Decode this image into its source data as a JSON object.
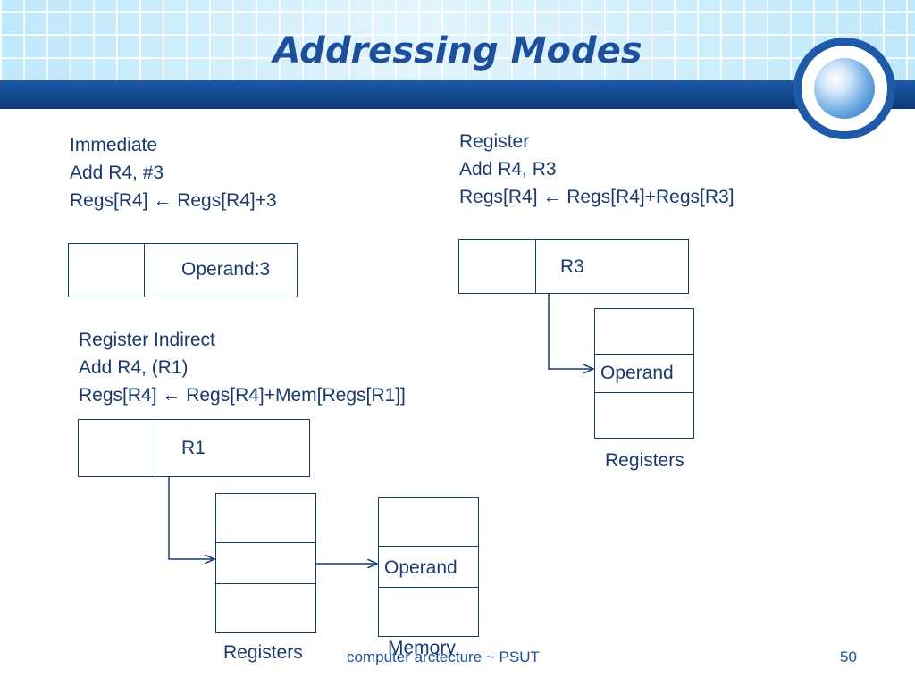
{
  "slide": {
    "title": "Addressing Modes",
    "footer_text": "computer arctecture ~ PSUT",
    "page_number": "50"
  },
  "immediate": {
    "line1": "Immediate",
    "line2": "Add R4, #3",
    "line3": "Regs[R4] ← Regs[R4]+3",
    "field_label": "Operand:3"
  },
  "register": {
    "line1": "Register",
    "line2": "Add R4, R3",
    "line3": "Regs[R4] ← Regs[R4]+Regs[R3]",
    "field_label": "R3",
    "operand_label": "Operand",
    "file_label": "Registers"
  },
  "register_indirect": {
    "line1": "Register Indirect",
    "line2": "Add R4, (R1)",
    "line3": "Regs[R4] ← Regs[R4]+Mem[Regs[R1]]",
    "field_label": "R1",
    "operand_label": "Operand",
    "registers_label": "Registers",
    "memory_label": "Memory"
  }
}
